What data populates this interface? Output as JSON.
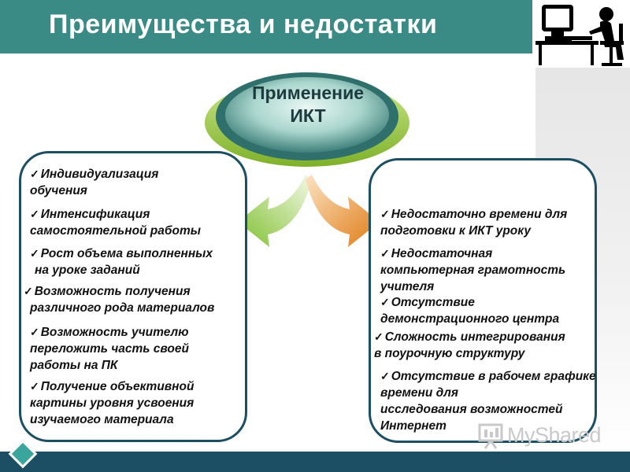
{
  "header": {
    "title": "Преимущества и недостатки"
  },
  "center": {
    "label_line1": "Применение",
    "label_line2": "ИКТ"
  },
  "advantages": {
    "items": [
      {
        "line1": "Индивидуализация",
        "line2": "обучения"
      },
      {
        "line1": "Интенсификация",
        "line2": "самостоятельной работы"
      },
      {
        "line1": "Рост объема выполненных",
        "line2": "на уроке заданий"
      },
      {
        "line1": "Возможность получения",
        "line2": "различного рода материалов"
      },
      {
        "line1": "Возможность учителю",
        "line2": "переложить часть своей",
        "line3": "работы на ПК"
      },
      {
        "line1": "Получение объективной",
        "line2": "картины уровня усвоения",
        "line3": "изучаемого материала"
      }
    ]
  },
  "disadvantages": {
    "items": [
      {
        "line1": "Недостаточно времени для",
        "line2": "подготовки к ИКТ уроку"
      },
      {
        "line1": "Недостаточная",
        "line2": "компьютерная грамотность",
        "line3": "учителя"
      },
      {
        "line1": "Отсутствие",
        "line2": "демонстрационного центра"
      },
      {
        "line1": "Сложность интегрирования",
        "line2": "в поурочную структуру"
      },
      {
        "line1": "Отсутствие в рабочем графике",
        "line2": "времени для",
        "line3": "исследования возможностей",
        "line4": "Интернет"
      }
    ]
  },
  "check_symbol": "✓",
  "watermark": {
    "text": "MyShared"
  },
  "icons": {
    "header_image": "person-at-computer-icon",
    "center": "ellipse-button",
    "left_arrow": "curved-arrow-left-icon",
    "right_arrow": "curved-arrow-right-icon",
    "footer": "diamond-icon",
    "watermark": "presentation-board-icon"
  },
  "colors": {
    "header": "#3a8a86",
    "footer": "#1c4f63",
    "box_border": "#1c4f63",
    "left_arrow": "#8cc63f",
    "right_arrow": "#e8861e",
    "center_fill": "#2f6f6c",
    "center_ring": "#9acd32"
  }
}
